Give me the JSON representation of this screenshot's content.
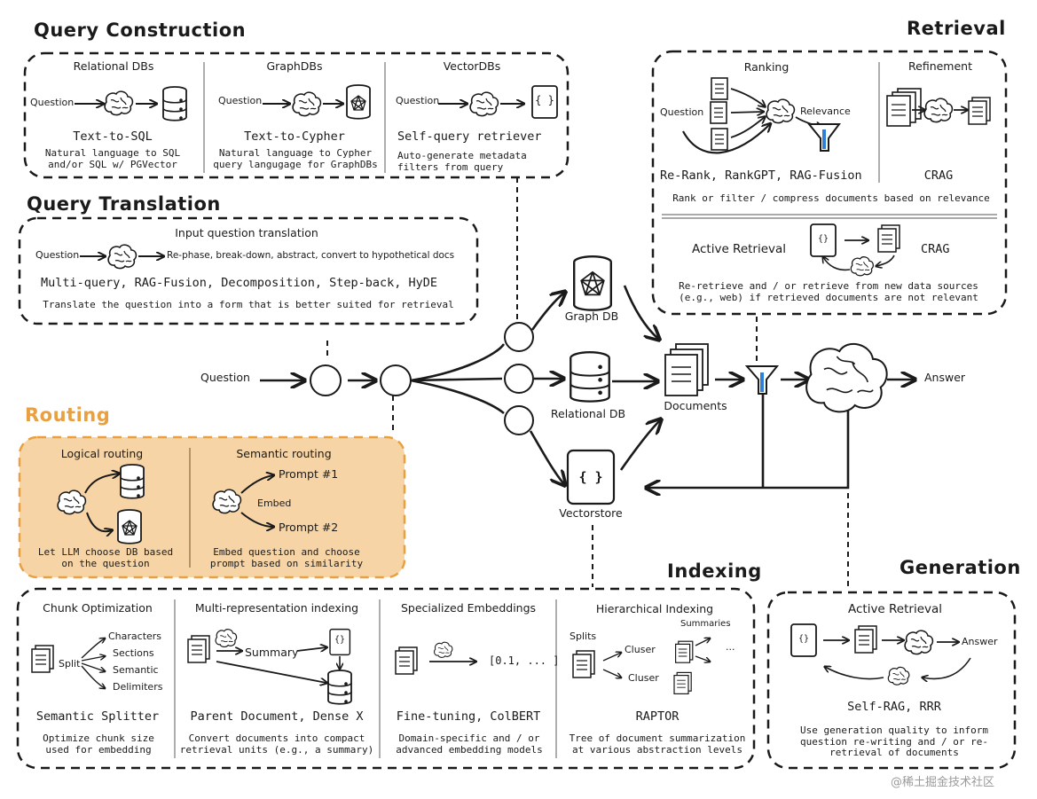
{
  "sections": {
    "query_construction": "Query Construction",
    "query_translation": "Query Translation",
    "routing": "Routing",
    "retrieval": "Retrieval",
    "indexing": "Indexing",
    "generation": "Generation"
  },
  "query_construction": {
    "relational": {
      "title": "Relational DBs",
      "question": "Question",
      "name": "Text-to-SQL",
      "desc": "Natural language to SQL and/or SQL w/ PGVector"
    },
    "graph": {
      "title": "GraphDBs",
      "question": "Question",
      "name": "Text-to-Cypher",
      "desc": "Natural language to Cypher query langugage for GraphDBs"
    },
    "vector": {
      "title": "VectorDBs",
      "question": "Question",
      "name": "Self-query retriever",
      "desc": "Auto-generate metadata filters from query",
      "icon_text": "{ }"
    }
  },
  "query_translation": {
    "title": "Input question translation",
    "question": "Question",
    "flow": "Re-phase, break-down, abstract, convert to hypothetical docs",
    "methods": "Multi-query, RAG-Fusion, Decomposition, Step-back, HyDE",
    "desc": "Translate the question into a form that is better suited for retrieval"
  },
  "routing": {
    "logical": {
      "title": "Logical routing",
      "desc": "Let LLM choose DB based on the question"
    },
    "semantic": {
      "title": "Semantic routing",
      "prompt1": "Prompt #1",
      "prompt2": "Prompt #2",
      "embed": "Embed",
      "desc": "Embed question and choose prompt based on similarity"
    }
  },
  "retrieval": {
    "ranking": {
      "title": "Ranking",
      "question": "Question",
      "relevance": "Relevance",
      "name": "Re-Rank, RankGPT, RAG-Fusion"
    },
    "refinement": {
      "title": "Refinement",
      "name": "CRAG"
    },
    "rank_desc": "Rank or filter / compress documents based on relevance",
    "active": {
      "title": "Active Retrieval",
      "name": "CRAG",
      "desc": "Re-retrieve and / or retrieve from new data sources (e.g., web) if retrieved documents are not relevant",
      "icon_text": "{}"
    }
  },
  "center": {
    "question": "Question",
    "graph_db": "Graph DB",
    "relational_db": "Relational DB",
    "vectorstore": "Vectorstore",
    "vector_icon": "{ }",
    "documents": "Documents",
    "answer": "Answer"
  },
  "indexing": {
    "chunk": {
      "title": "Chunk Optimization",
      "split": "Split",
      "items": [
        "Characters",
        "Sections",
        "Semantic",
        "Delimiters"
      ],
      "name": "Semantic Splitter",
      "desc": "Optimize chunk size used for embedding"
    },
    "multi": {
      "title": "Multi-representation indexing",
      "summary": "Summary",
      "name": "Parent Document, Dense X",
      "desc": "Convert documents into compact retrieval units (e.g., a summary)",
      "icon_text": "{}"
    },
    "embeddings": {
      "title": "Specialized Embeddings",
      "vector": "[0.1, ... ]",
      "name": "Fine-tuning, ColBERT",
      "desc": "Domain-specific and / or advanced embedding models"
    },
    "hier": {
      "title": "Hierarchical Indexing",
      "splits": "Splits",
      "summaries": "Summaries",
      "cluser1": "Cluser",
      "cluser2": "Cluser",
      "ellipsis": "...",
      "name": "RAPTOR",
      "desc": "Tree of document summarization at various abstraction levels"
    }
  },
  "generation": {
    "title": "Active Retrieval",
    "answer": "Answer",
    "name": "Self-RAG, RRR",
    "desc": "Use generation quality to inform question re-writing and / or re-retrieval of documents",
    "icon_text": "{}"
  },
  "watermark": "@稀土掘金技术社区",
  "colors": {
    "ink": "#1a1a1a",
    "routing_fill": "#f6d4a6",
    "routing_border": "#e8a040",
    "routing_title": "#e8a040",
    "filter_blue": "#2f7fd6"
  }
}
